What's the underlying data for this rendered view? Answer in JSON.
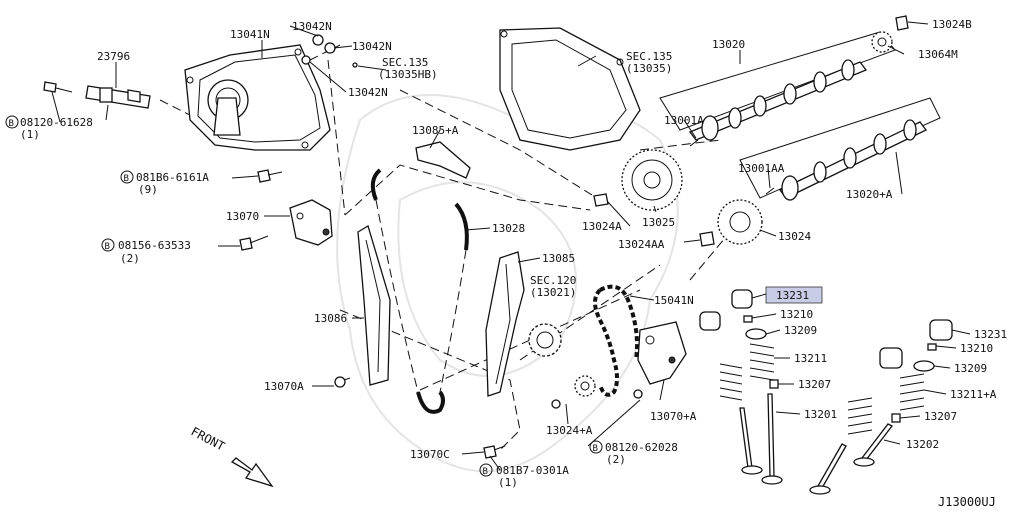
{
  "diagram": {
    "code": "J13000UJ",
    "front_label": "FRONT",
    "parts": {
      "p13041N": "13041N",
      "p13042N_a": "13042N",
      "p13042N_b": "13042N",
      "p13042N_c": "13042N",
      "p23796": "23796",
      "b08120_61628": "08120-61628",
      "q08120_61628": "(1)",
      "b081B6_6161A": "081B6-6161A",
      "q081B6_6161A": "(9)",
      "p13070": "13070",
      "b08156_63533": "08156-63533",
      "q08156_63533": "(2)",
      "p13086": "13086",
      "p13070A": "13070A",
      "p13085A": "13085+A",
      "p13028": "13028",
      "p13085": "13085",
      "sec120": "SEC.120",
      "sec120ref": "(13021)",
      "sec135a": "SEC.135",
      "sec135aref": "(13035HB)",
      "sec135b": "SEC.135",
      "sec135bref": "(13035)",
      "p13020": "13020",
      "p13001A": "13001A",
      "p13001AA": "13001AA",
      "p13020A": "13020+A",
      "p13024B": "13024B",
      "p13064M": "13064M",
      "p13024A": "13024A",
      "p13025": "13025",
      "p13024AA": "13024AA",
      "p13024": "13024",
      "p15041N": "15041N",
      "p13070A2": "13070+A",
      "p13024A2": "13024+A",
      "b08120_62028": "08120-62028",
      "q08120_62028": "(2)",
      "p13070C": "13070C",
      "b081B7_0301A": "081B7-0301A",
      "q081B7_0301A": "(1)",
      "p13231_hl": "13231",
      "p13210_a": "13210",
      "p13209_a": "13209",
      "p13211": "13211",
      "p13207_a": "13207",
      "p13201": "13201",
      "p13231_b": "13231",
      "p13210_b": "13210",
      "p13209_b": "13209",
      "p13211A": "13211+A",
      "p13207_b": "13207",
      "p13202": "13202"
    },
    "bolt_marker": "B",
    "colors": {
      "ink": "#111111",
      "highlight": "#c9cce6"
    }
  }
}
